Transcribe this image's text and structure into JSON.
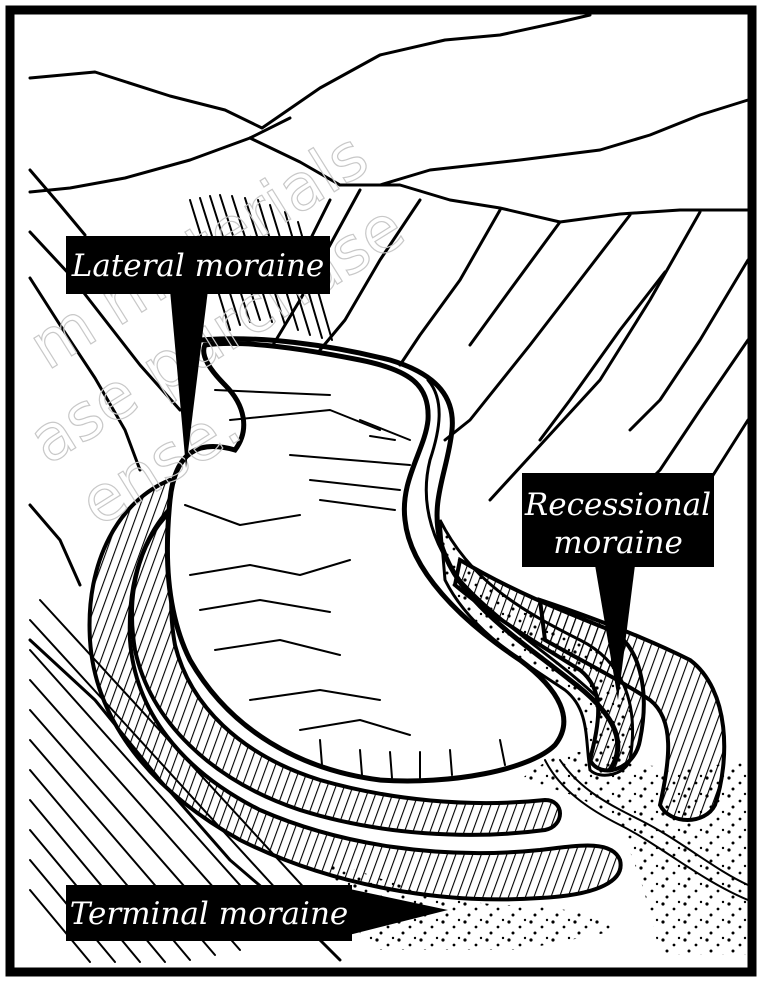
{
  "labels": {
    "lateral": "Lateral moraine",
    "recessional_line1": "Recessional",
    "recessional_line2": "moraine",
    "terminal": "Terminal moraine"
  },
  "watermark": {
    "line1": "m materials",
    "line2": "ase purchase",
    "line3": "ense."
  },
  "colors": {
    "ink": "#000000",
    "paper": "#ffffff",
    "label_box": "#000000",
    "label_text": "#ffffff"
  }
}
